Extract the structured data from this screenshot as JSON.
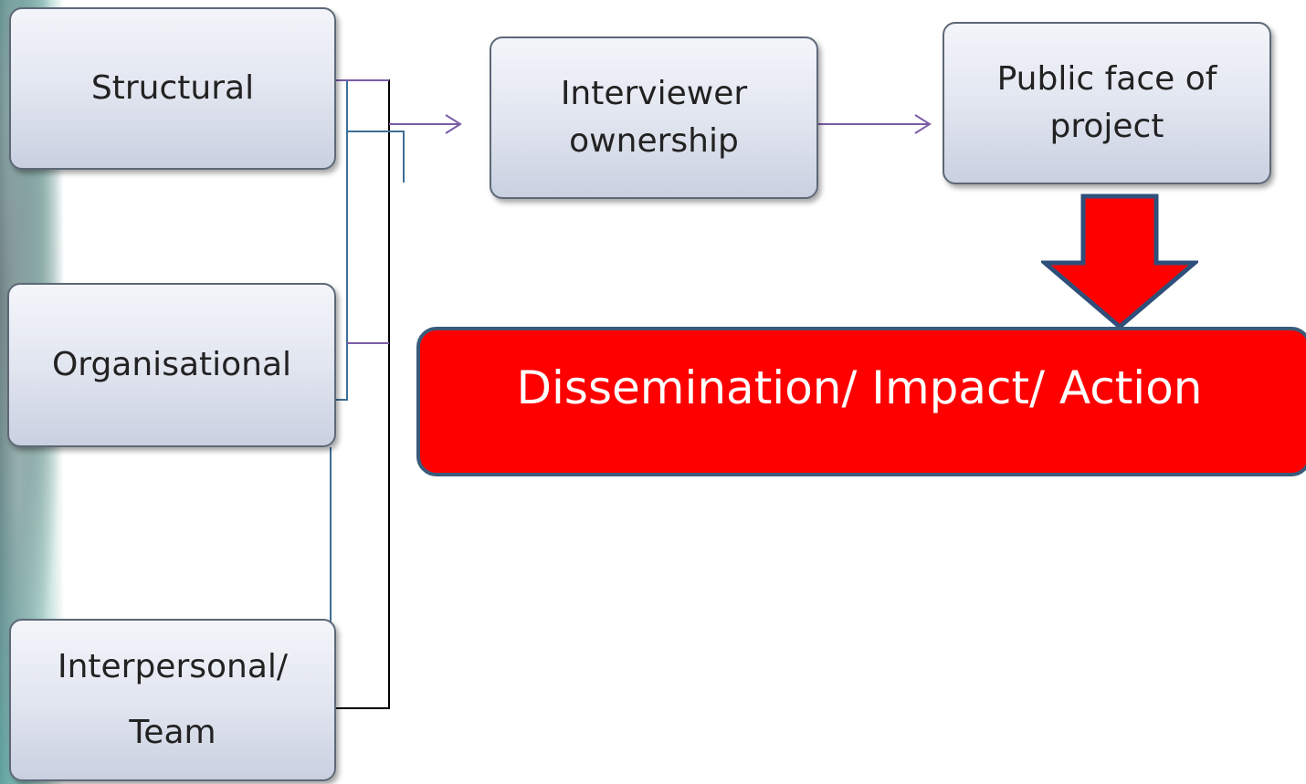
{
  "diagram": {
    "nodes": {
      "structural": {
        "lines": [
          "Structural"
        ]
      },
      "organisational": {
        "lines": [
          "Organisational"
        ]
      },
      "interpersonal": {
        "lines": [
          "Interpersonal/",
          "Team"
        ]
      },
      "interviewer": {
        "lines": [
          "Interviewer",
          "ownership"
        ]
      },
      "public_face": {
        "lines": [
          "Public face of",
          "project"
        ]
      },
      "action": {
        "lines": [
          "Dissemination/ Impact/ Action"
        ]
      }
    },
    "edges": [
      {
        "from": "structural",
        "to": "interviewer"
      },
      {
        "from": "organisational",
        "to": "interviewer"
      },
      {
        "from": "interpersonal",
        "to": "interviewer"
      },
      {
        "from": "interviewer",
        "to": "public_face"
      },
      {
        "from": "public_face",
        "to": "action"
      }
    ],
    "colors": {
      "box_fill_top": "#f3f5fa",
      "box_fill_bottom": "#c9d0e0",
      "box_border": "#5d6877",
      "connector_purple": "#7a5ca6",
      "connector_blue": "#3e6e95",
      "connector_black": "#000000",
      "action_fill": "#ff0000",
      "action_border": "#3a5a7a",
      "action_text": "#ffffff",
      "arrow_fill": "#ff0000",
      "arrow_border": "#2f4f7a"
    }
  }
}
